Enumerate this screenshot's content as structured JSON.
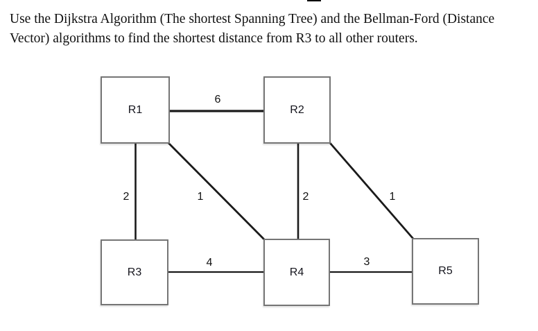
{
  "problem": {
    "lines": [
      "Use the Dijkstra Algorithm (The shortest Spanning Tree) and the Bellman-Ford (Distance",
      "Vector) algorithms to find the shortest distance from R3 to all other routers."
    ]
  },
  "diagram": {
    "type": "weighted-network-graph",
    "nodes": [
      {
        "id": "r1",
        "label": "R1"
      },
      {
        "id": "r2",
        "label": "R2"
      },
      {
        "id": "r3",
        "label": "R3"
      },
      {
        "id": "r4",
        "label": "R4"
      },
      {
        "id": "r5",
        "label": "R5"
      }
    ],
    "edges": [
      {
        "from": "R1",
        "to": "R2",
        "weight": "6"
      },
      {
        "from": "R1",
        "to": "R3",
        "weight": "2"
      },
      {
        "from": "R1",
        "to": "R4",
        "weight": "1"
      },
      {
        "from": "R2",
        "to": "R4",
        "weight": "2"
      },
      {
        "from": "R2",
        "to": "R5",
        "weight": "1"
      },
      {
        "from": "R3",
        "to": "R4",
        "weight": "4"
      },
      {
        "from": "R4",
        "to": "R5",
        "weight": "3"
      }
    ],
    "colors": {
      "edge": "#1a1a1a",
      "node_border": "#757575",
      "text": "#101010"
    }
  }
}
